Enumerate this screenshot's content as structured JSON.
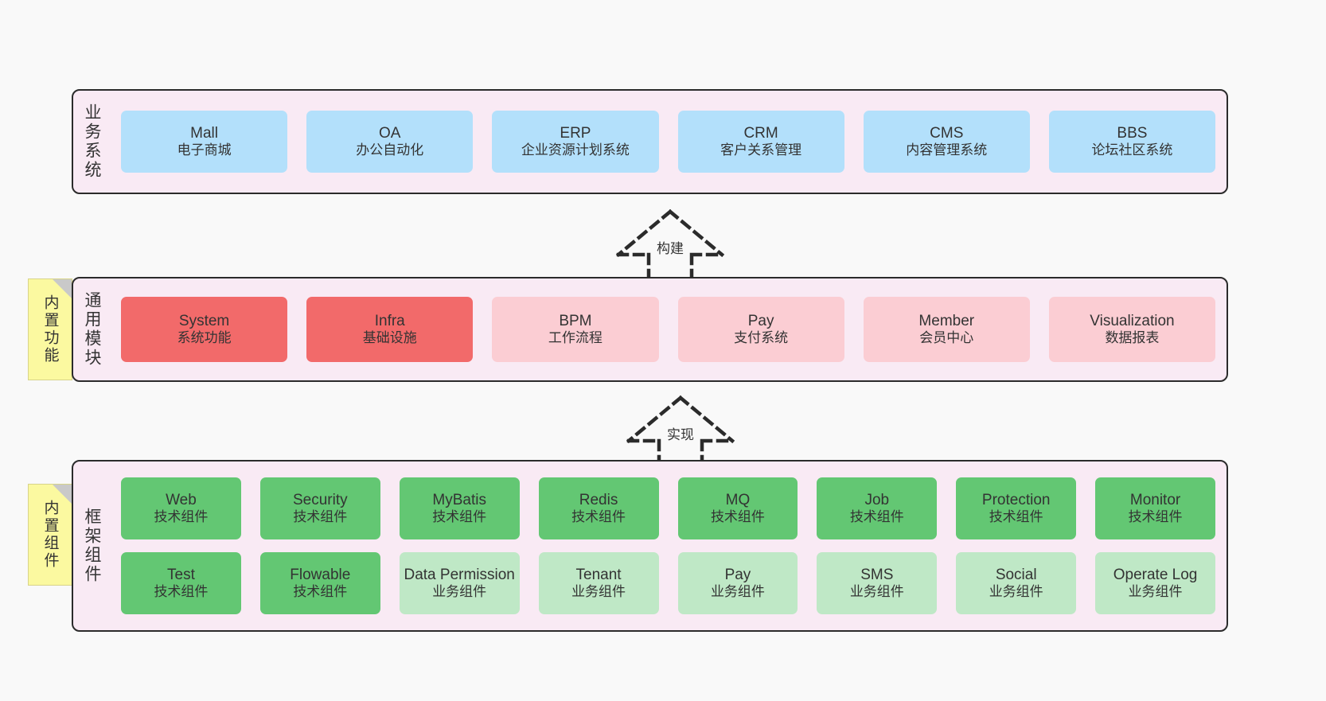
{
  "canvas": {
    "background": "#f9f9f9",
    "layer_fill": "#f9eaf4",
    "layer_border": "#2b2b2b",
    "sticky_fill": "#fbf9a0"
  },
  "layers": [
    {
      "id": "business",
      "label": "业务系统",
      "node_color": "#b3e0fb",
      "rows": [
        {
          "nodes": [
            {
              "title": "Mall",
              "subtitle": "电子商城",
              "color": "#b3e0fb"
            },
            {
              "title": "OA",
              "subtitle": "办公自动化",
              "color": "#b3e0fb"
            },
            {
              "title": "ERP",
              "subtitle": "企业资源计划系统",
              "color": "#b3e0fb"
            },
            {
              "title": "CRM",
              "subtitle": "客户关系管理",
              "color": "#b3e0fb"
            },
            {
              "title": "CMS",
              "subtitle": "内容管理系统",
              "color": "#b3e0fb"
            },
            {
              "title": "BBS",
              "subtitle": "论坛社区系统",
              "color": "#b3e0fb"
            }
          ]
        }
      ]
    },
    {
      "id": "modules",
      "label": "通用模块",
      "sticky": "内置功能",
      "rows": [
        {
          "nodes": [
            {
              "title": "System",
              "subtitle": "系统功能",
              "color": "#f26a6a"
            },
            {
              "title": "Infra",
              "subtitle": "基础设施",
              "color": "#f26a6a"
            },
            {
              "title": "BPM",
              "subtitle": "工作流程",
              "color": "#fbcdd3"
            },
            {
              "title": "Pay",
              "subtitle": "支付系统",
              "color": "#fbcdd3"
            },
            {
              "title": "Member",
              "subtitle": "会员中心",
              "color": "#fbcdd3"
            },
            {
              "title": "Visualization",
              "subtitle": "数据报表",
              "color": "#fbcdd3"
            }
          ]
        }
      ]
    },
    {
      "id": "frame",
      "label": "框架组件",
      "sticky": "内置组件",
      "rows": [
        {
          "nodes": [
            {
              "title": "Web",
              "subtitle": "技术组件",
              "color": "#63c773"
            },
            {
              "title": "Security",
              "subtitle": "技术组件",
              "color": "#63c773"
            },
            {
              "title": "MyBatis",
              "subtitle": "技术组件",
              "color": "#63c773"
            },
            {
              "title": "Redis",
              "subtitle": "技术组件",
              "color": "#63c773"
            },
            {
              "title": "MQ",
              "subtitle": "技术组件",
              "color": "#63c773"
            },
            {
              "title": "Job",
              "subtitle": "技术组件",
              "color": "#63c773"
            },
            {
              "title": "Protection",
              "subtitle": "技术组件",
              "color": "#63c773"
            },
            {
              "title": "Monitor",
              "subtitle": "技术组件",
              "color": "#63c773"
            }
          ]
        },
        {
          "nodes": [
            {
              "title": "Test",
              "subtitle": "技术组件",
              "color": "#63c773"
            },
            {
              "title": "Flowable",
              "subtitle": "技术组件",
              "color": "#63c773"
            },
            {
              "title": "Data Permission",
              "subtitle": "业务组件",
              "color": "#bfe8c6"
            },
            {
              "title": "Tenant",
              "subtitle": "业务组件",
              "color": "#bfe8c6"
            },
            {
              "title": "Pay",
              "subtitle": "业务组件",
              "color": "#bfe8c6"
            },
            {
              "title": "SMS",
              "subtitle": "业务组件",
              "color": "#bfe8c6"
            },
            {
              "title": "Social",
              "subtitle": "业务组件",
              "color": "#bfe8c6"
            },
            {
              "title": "Operate Log",
              "subtitle": "业务组件",
              "color": "#bfe8c6"
            }
          ]
        }
      ]
    }
  ],
  "connectors": [
    {
      "id": "build",
      "label": "构建",
      "style": "dashed-hollow-arrow-up"
    },
    {
      "id": "impl",
      "label": "实现",
      "style": "dashed-hollow-arrow-up"
    }
  ]
}
